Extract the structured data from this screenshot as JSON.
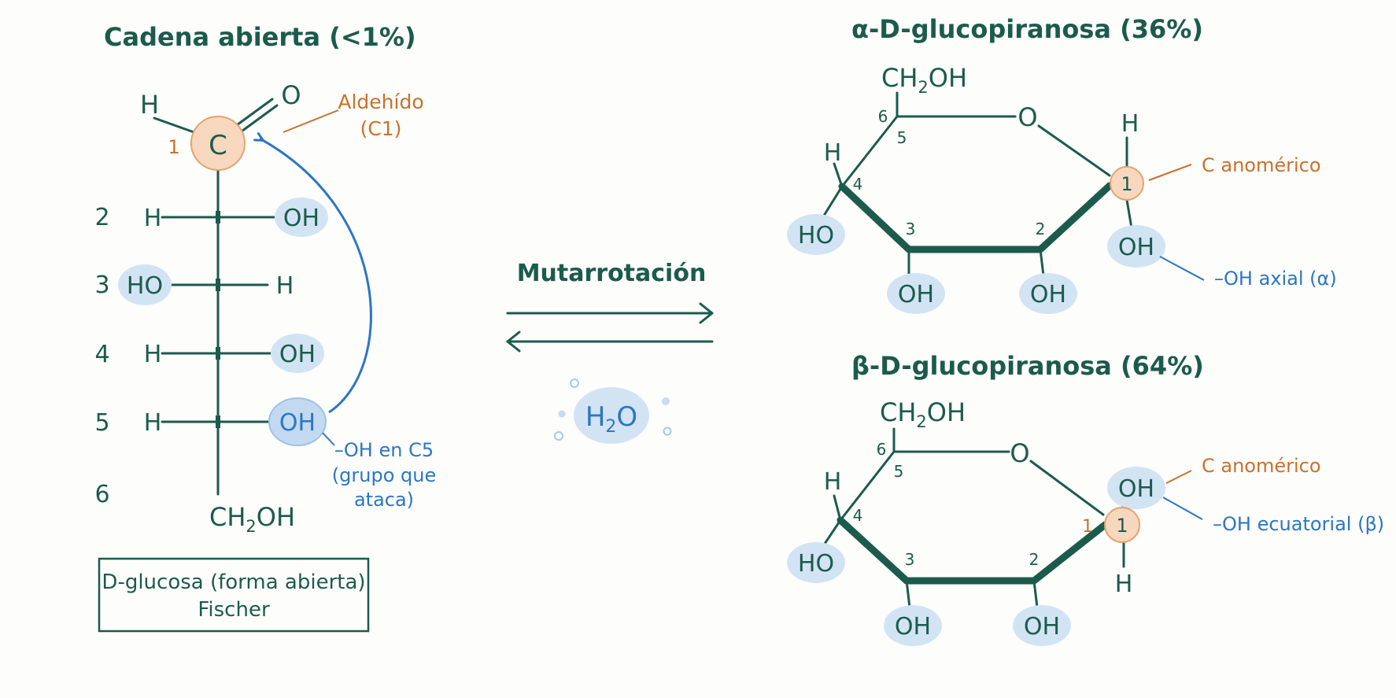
{
  "open_chain": {
    "title": "Cadena abierta (<1%)",
    "c1_number": "1",
    "row_numbers": [
      "2",
      "3",
      "4",
      "5",
      "6"
    ],
    "atoms": {
      "H": "H",
      "C": "C",
      "O": "O",
      "OH": "OH",
      "HO": "HO",
      "CH2OH_main": "CH",
      "CH2OH_sub": "2",
      "CH2OH_tail": "OH"
    },
    "aldehyde_label_line1": "Aldehído",
    "aldehyde_label_line2": "(C1)",
    "attack_label_line1": "–OH en C5",
    "attack_label_line2": "(grupo que",
    "attack_label_line3": "ataca)",
    "caption_line1": "D-glucosa (forma abierta)",
    "caption_line2": "Fischer"
  },
  "center": {
    "process_label": "Mutarrotación",
    "water_main": "H",
    "water_sub": "2",
    "water_tail": "O"
  },
  "alpha": {
    "title": "α-D-glucopiranosa (36%)",
    "anomeric_label": "C anomérico",
    "oh_label": "–OH axial (α)",
    "ring_numbers": [
      "1",
      "2",
      "3",
      "4",
      "5",
      "6"
    ],
    "ring_o": "O",
    "h": "H",
    "ho": "HO",
    "oh": "OH",
    "ch2_main": "CH",
    "ch2_sub": "2",
    "ch2_tail": "OH"
  },
  "beta": {
    "title": "β-D-glucopiranosa (64%)",
    "anomeric_label": "C anomérico",
    "oh_label": "–OH ecuatorial (β)",
    "ring_numbers": [
      "1",
      "2",
      "3",
      "4",
      "5",
      "6"
    ],
    "ring_o": "O",
    "h": "H",
    "ho": "HO",
    "oh": "OH",
    "ch2_main": "CH",
    "ch2_sub": "2",
    "ch2_tail": "OH",
    "c1_side_number": "1"
  },
  "colors": {
    "green": "#1c5b4c",
    "orange": "#c9712b",
    "blue": "#2c76c3",
    "oh_highlight": "#d2e4f4",
    "anomeric_highlight": "#f8d7bf"
  }
}
